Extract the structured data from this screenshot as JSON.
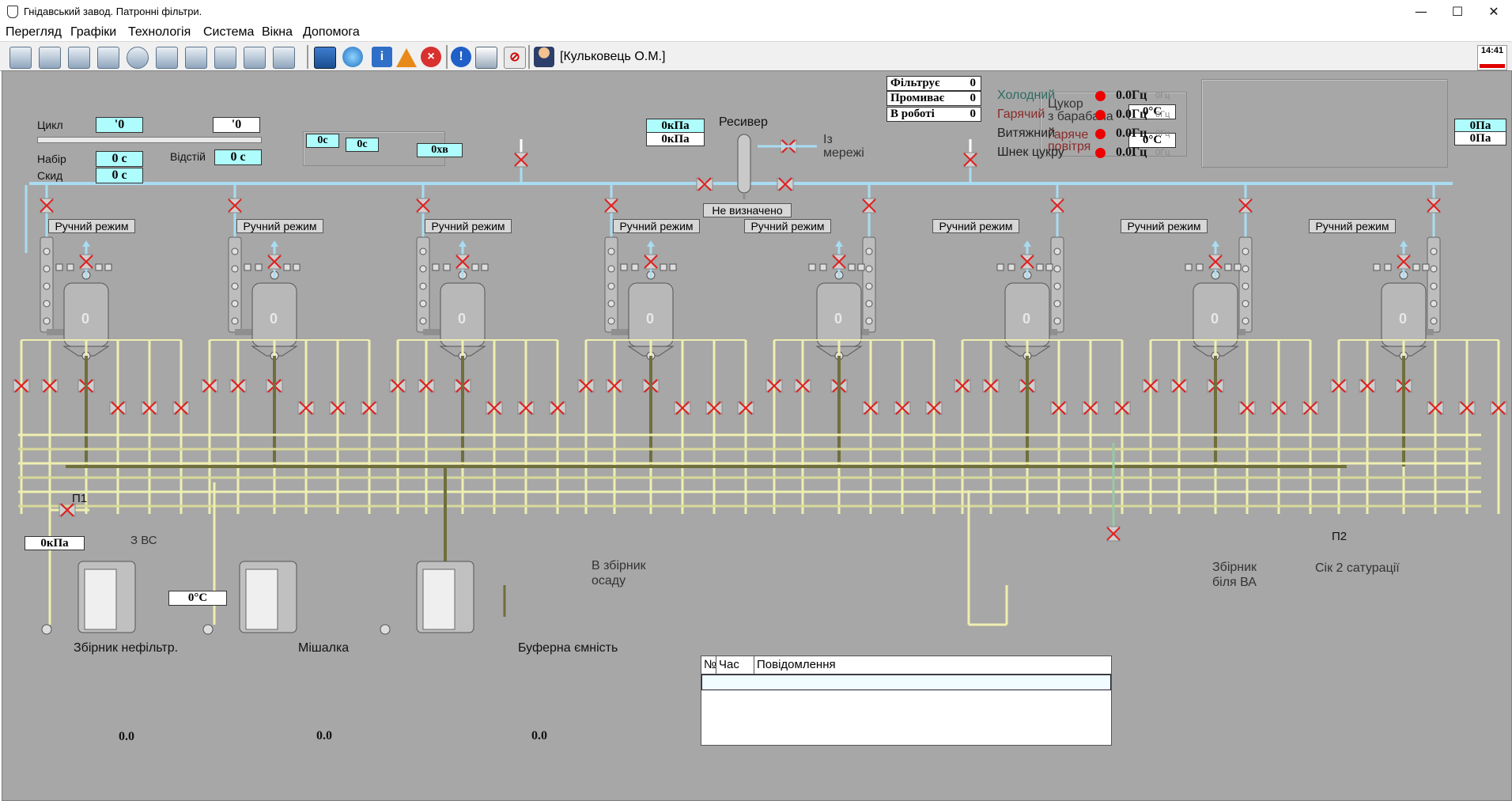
{
  "window": {
    "title": "Гнідавський завод. Патронні фільтри."
  },
  "menu": [
    "Перегляд",
    "Графіки",
    "Технологія",
    "Система",
    "Вікна",
    "Допомога"
  ],
  "toolbar": {
    "icons": [
      "filter-1-icon",
      "filter-2-icon",
      "filter-def-icon",
      "filter-sat-icon",
      "tank-icon",
      "vessel-icon",
      "vessel-2-icon",
      "pump-1-icon",
      "pump-2-icon",
      "pump-3-icon",
      "filter-se-icon",
      "chart-icon",
      "sync-icon",
      "info-icon",
      "warning-icon",
      "stop-icon",
      "alert-icon",
      "print-icon",
      "mute-icon",
      "user-icon"
    ],
    "user": "[Кульковець О.М.]",
    "clock": "14:41"
  },
  "cycle": {
    "cycle_label": "Цикл",
    "cycle_value": "'0",
    "cycle_value2": "'0",
    "fill_label": "Набір",
    "fill_value": "0 с",
    "drain_label": "Скид",
    "drain_value": "0 с",
    "settle_label": "Відстій",
    "settle_value": "0 с"
  },
  "timeline": {
    "t1": "0с",
    "t2": "0с",
    "t3": "0хв"
  },
  "status": {
    "filtering_label": "Фільтрує",
    "filtering_value": "0",
    "washing_label": "Промиває",
    "washing_value": "0",
    "working_label": "В роботі",
    "working_value": "0"
  },
  "receiver": {
    "label": "Ресивер",
    "pressure1": "0кПа",
    "pressure2": "0кПа",
    "from_network": "Із\nмережі",
    "state": "Не визначено"
  },
  "sugar": {
    "drum_label": "Цукор\nз барабана",
    "drum_temp": "0°C",
    "hot_air_label": "Гаряче\nповітря",
    "hot_air_temp": "0°C"
  },
  "fans": [
    {
      "name": "Холодний",
      "value": "0.0Гц",
      "unit": "0Гц",
      "color": "#2e6b60"
    },
    {
      "name": "Гарячий",
      "value": "0.0Гц",
      "unit": "0Гц",
      "color": "#8b2a2a"
    },
    {
      "name": "Витяжний",
      "value": "0.0Гц",
      "unit": "0Гц",
      "color": "#222222"
    },
    {
      "name": "Шнек цукру",
      "value": "0.0Гц",
      "unit": "0Гц",
      "color": "#222222"
    }
  ],
  "right_pressure": {
    "p1": "0Па",
    "p2": "0Па"
  },
  "filters": [
    {
      "mode": "Ручний режим",
      "level": "0"
    },
    {
      "mode": "Ручний режим",
      "level": "0"
    },
    {
      "mode": "Ручний режим",
      "level": "0"
    },
    {
      "mode": "Ручний режим",
      "level": "0"
    },
    {
      "mode": "Ручний режим",
      "level": "0"
    },
    {
      "mode": "Ручний режим",
      "level": "0"
    },
    {
      "mode": "Ручний режим",
      "level": "0"
    },
    {
      "mode": "Ручний режим",
      "level": "0"
    }
  ],
  "bottom": {
    "p1_label": "П1",
    "p1_pressure": "0кПа",
    "from_vs": "З ВС",
    "tank1_value": "0.0",
    "tank1_temp": "0°C",
    "tank1_label": "Збірник нефільтр.",
    "tank2_value": "0.0",
    "tank2_label": "Мішалка",
    "tank3_value": "0.0",
    "tank3_label": "Буферна ємність",
    "sediment_label": "В збірник\nосаду",
    "collector_label": "Збірник\nбіля ВА",
    "p2_label": "П2",
    "juice_label": "Сік 2 сатурації"
  },
  "messages": {
    "columns": [
      "№",
      "Час",
      "Повідомлення"
    ],
    "rows": []
  }
}
